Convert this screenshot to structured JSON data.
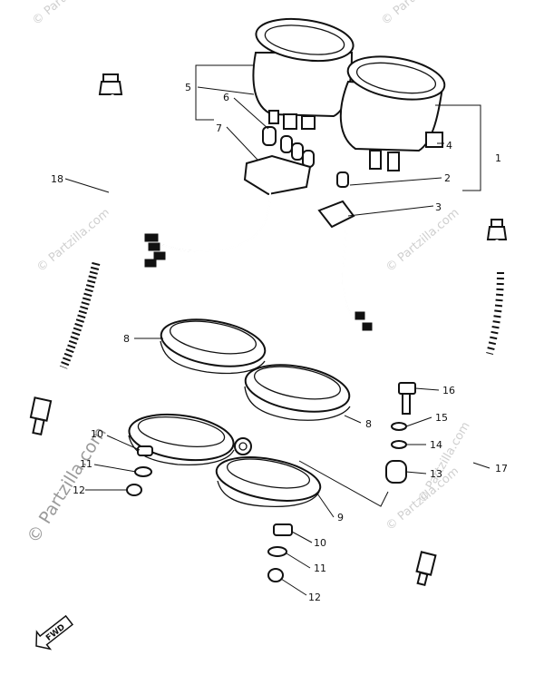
{
  "watermark": {
    "text": "© Partzilla.com",
    "color": "#cfcfcf",
    "prominent_color": "#9a9a9a"
  },
  "callouts": [
    {
      "id": "1",
      "label": "1"
    },
    {
      "id": "2",
      "label": "2"
    },
    {
      "id": "3",
      "label": "3"
    },
    {
      "id": "4",
      "label": "4"
    },
    {
      "id": "5",
      "label": "5"
    },
    {
      "id": "6",
      "label": "6"
    },
    {
      "id": "7",
      "label": "7"
    },
    {
      "id": "8a",
      "label": "8"
    },
    {
      "id": "8b",
      "label": "8"
    },
    {
      "id": "9",
      "label": "9"
    },
    {
      "id": "10a",
      "label": "10"
    },
    {
      "id": "10b",
      "label": "10"
    },
    {
      "id": "11a",
      "label": "11"
    },
    {
      "id": "11b",
      "label": "11"
    },
    {
      "id": "12a",
      "label": "12"
    },
    {
      "id": "12b",
      "label": "12"
    },
    {
      "id": "13",
      "label": "13"
    },
    {
      "id": "14",
      "label": "14"
    },
    {
      "id": "15",
      "label": "15"
    },
    {
      "id": "16",
      "label": "16"
    },
    {
      "id": "17",
      "label": "17"
    },
    {
      "id": "18",
      "label": "18"
    }
  ],
  "direction_marker": {
    "label": "FWD"
  }
}
